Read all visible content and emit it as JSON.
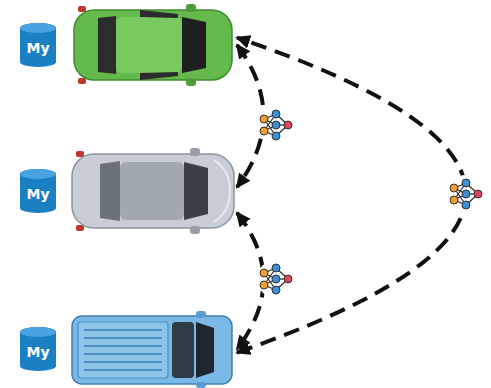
{
  "diagram": {
    "nodes": [
      {
        "text": [
          "My"
        ]
      },
      {
        "text": [
          "My"
        ]
      },
      {
        "text": [
          "My"
        ]
      }
    ],
    "edges": [
      {
        "from": 0,
        "to": 1,
        "arrow": "both"
      },
      {
        "from": 1,
        "to": 2,
        "arrow": "both"
      },
      {
        "from": 2,
        "to": 0,
        "arrow": "both"
      }
    ]
  }
}
